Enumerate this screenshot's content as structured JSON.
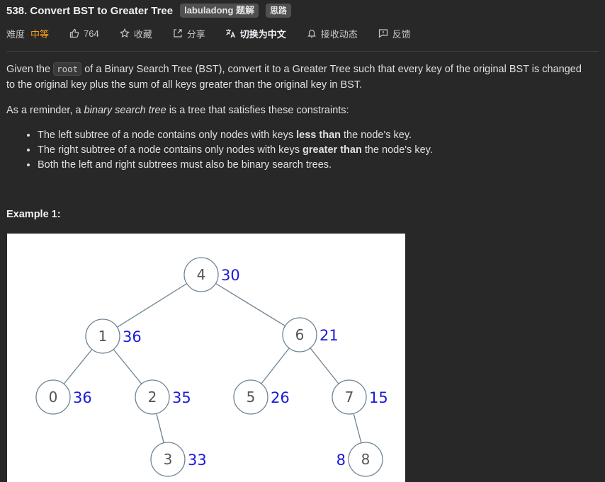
{
  "problem": {
    "title": "538. Convert BST to Greater Tree",
    "tags": [
      "labuladong 题解",
      "思路"
    ]
  },
  "meta": {
    "difficulty_label": "难度",
    "difficulty": "中等",
    "likes": "764",
    "favorite": "收藏",
    "share": "分享",
    "translate": "切换为中文",
    "notify": "接收动态",
    "feedback": "反馈"
  },
  "description": {
    "p1_before": "Given the ",
    "p1_code": "root",
    "p1_after": " of a Binary Search Tree (BST), convert it to a Greater Tree such that every key of the original BST is changed to the original key plus the sum of all keys greater than the original key in BST.",
    "p2_before": "As a reminder, a ",
    "p2_em": "binary search tree",
    "p2_after": " is a tree that satisfies these constraints:",
    "bullets": [
      {
        "before": "The left subtree of a node contains only nodes with keys ",
        "bold": "less than",
        "after": " the node's key."
      },
      {
        "before": "The right subtree of a node contains only nodes with keys ",
        "bold": "greater than",
        "after": " the node's key."
      },
      {
        "before": "Both the left and right subtrees must also be binary search trees.",
        "bold": "",
        "after": ""
      }
    ]
  },
  "example": {
    "title": "Example 1:",
    "tree": {
      "nodes": [
        {
          "id": "n4",
          "key": "4",
          "sum": "30"
        },
        {
          "id": "n1",
          "key": "1",
          "sum": "36"
        },
        {
          "id": "n6",
          "key": "6",
          "sum": "21"
        },
        {
          "id": "n0",
          "key": "0",
          "sum": "36"
        },
        {
          "id": "n2",
          "key": "2",
          "sum": "35"
        },
        {
          "id": "n5",
          "key": "5",
          "sum": "26"
        },
        {
          "id": "n7",
          "key": "7",
          "sum": "15"
        },
        {
          "id": "n3",
          "key": "3",
          "sum": "33"
        },
        {
          "id": "n8",
          "key": "8",
          "sum": "8"
        }
      ],
      "edges": [
        [
          "n4",
          "n1"
        ],
        [
          "n4",
          "n6"
        ],
        [
          "n1",
          "n0"
        ],
        [
          "n1",
          "n2"
        ],
        [
          "n6",
          "n5"
        ],
        [
          "n6",
          "n7"
        ],
        [
          "n2",
          "n3"
        ],
        [
          "n7",
          "n8"
        ]
      ]
    }
  },
  "colors": {
    "accent": "#ffa116",
    "sum_label": "#1a1ad9",
    "node_stroke": "#6e8494",
    "node_text": "#555555"
  }
}
